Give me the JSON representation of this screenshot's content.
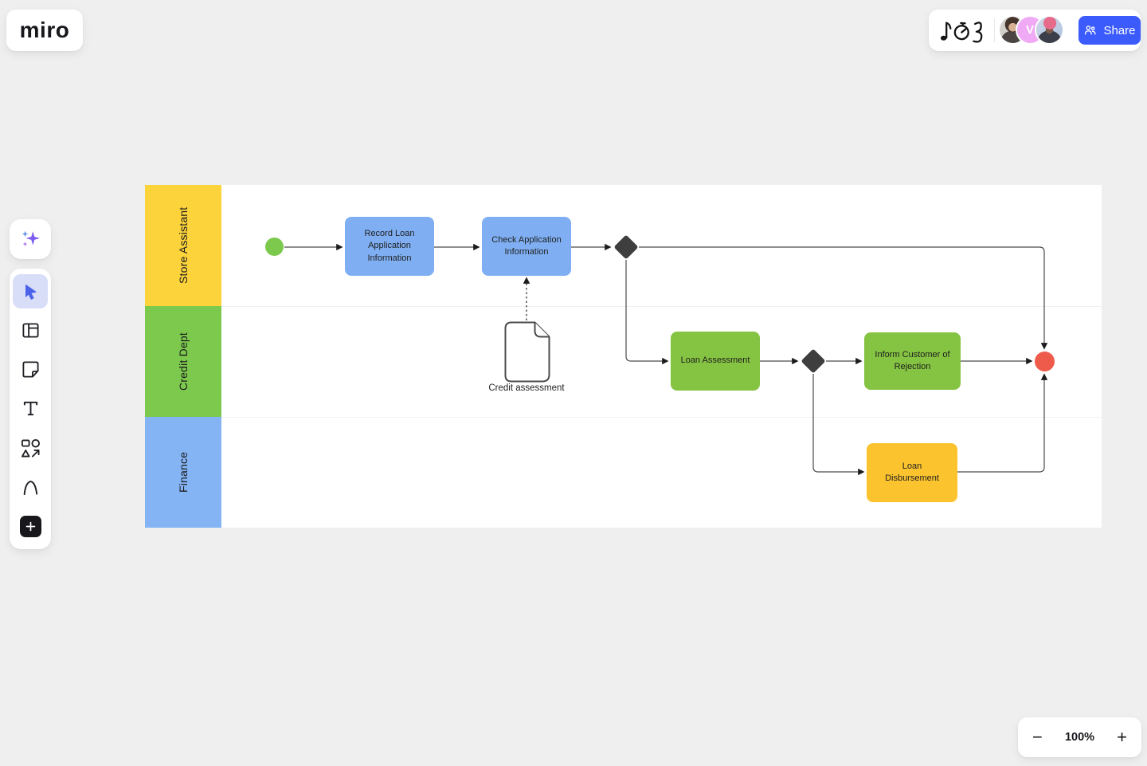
{
  "app": {
    "logo_text": "miro"
  },
  "topbar": {
    "doodle_icons": [
      "music-note-icon",
      "stopwatch-icon",
      "scribble-3-icon"
    ],
    "collaborators": [
      {
        "id": "collaborator-photo-1",
        "type": "photo"
      },
      {
        "id": "collaborator-v",
        "type": "initial",
        "initial": "V",
        "color": "#F0A9F4"
      },
      {
        "id": "collaborator-photo-2",
        "type": "photo"
      }
    ],
    "share": {
      "label": "Share",
      "color": "#3B5BFD",
      "icon": "people-icon"
    }
  },
  "sidebar": {
    "tools": [
      {
        "id": "ai-assistant",
        "icon": "sparkles-icon",
        "selected": false
      },
      {
        "id": "select",
        "icon": "cursor-icon",
        "selected": true
      },
      {
        "id": "frames",
        "icon": "frame-icon",
        "selected": false
      },
      {
        "id": "sticky-note",
        "icon": "sticky-note-icon",
        "selected": false
      },
      {
        "id": "text",
        "icon": "text-icon",
        "selected": false
      },
      {
        "id": "shapes",
        "icon": "shapes-icon",
        "selected": false
      },
      {
        "id": "pen",
        "icon": "pen-icon",
        "selected": false
      },
      {
        "id": "add-more",
        "icon": "plus-icon",
        "selected": false
      }
    ]
  },
  "diagram": {
    "lanes": [
      {
        "label": "Store Assistant",
        "color": "#FDD33C"
      },
      {
        "label": "Credit Dept",
        "color": "#7CC94E"
      },
      {
        "label": "Finance",
        "color": "#84B4F4"
      }
    ],
    "nodes": [
      {
        "id": "start-event",
        "type": "start-circle",
        "color": "#7CC94E"
      },
      {
        "id": "record-loan-task",
        "label": "Record Loan Application Information",
        "color": "#7FAFF2"
      },
      {
        "id": "check-application-task",
        "label": "Check Application Information",
        "color": "#7FAFF2"
      },
      {
        "id": "gateway-1",
        "type": "gateway-diamond",
        "color": "#3E3E3E"
      },
      {
        "id": "loan-assessment-task",
        "label": "Loan Assessment",
        "color": "#85C342"
      },
      {
        "id": "gateway-2",
        "type": "gateway-diamond",
        "color": "#3E3E3E"
      },
      {
        "id": "inform-rejection-task",
        "label": "Inform Customer of Rejection",
        "color": "#85C342"
      },
      {
        "id": "loan-disbursement-task",
        "label": "Loan Disbursement",
        "color": "#FBC32E"
      },
      {
        "id": "end-event",
        "type": "end-circle",
        "color": "#EF5B4B"
      }
    ],
    "artifact": {
      "label": "Credit assessment",
      "type": "document"
    }
  },
  "zoom_controls": {
    "minus_label": "−",
    "level": "100%",
    "plus_label": "+"
  }
}
